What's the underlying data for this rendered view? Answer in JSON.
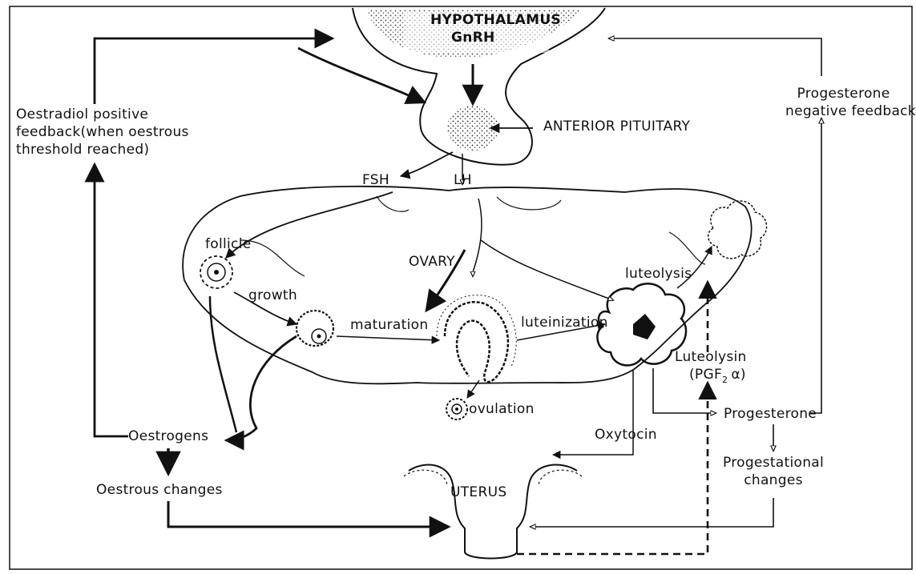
{
  "labels": {
    "hypothalamus": "HYPOTHALAMUS",
    "gnrh": "GnRH",
    "anterior_pituitary": "ANTERIOR PITUITARY",
    "fsh": "FSH",
    "lh": "LH",
    "oestradiol_line1": "Oestradiol positive",
    "oestradiol_line2": "feedback(when oestrous",
    "oestradiol_line3": "threshold reached)",
    "progesterone_fb_line1": "Progesterone",
    "progesterone_fb_line2": "negative feedback",
    "follicle": "follicle",
    "growth": "growth",
    "ovary": "OVARY",
    "maturation": "maturation",
    "luteinization": "luteinization",
    "luteolysis": "luteolysis",
    "luteolysin": "Luteolysin",
    "pgf_open": "(PGF",
    "pgf_sub": "2",
    "pgf_alpha": "α)",
    "ovulation": "ovulation",
    "oestrogens": "Oestrogens",
    "oestrous_changes": "Oestrous changes",
    "oxytocin": "Oxytocin",
    "progesterone": "Progesterone",
    "progestational_line1": "Progestational",
    "progestational_line2": "changes",
    "uterus": "UTERUS"
  }
}
